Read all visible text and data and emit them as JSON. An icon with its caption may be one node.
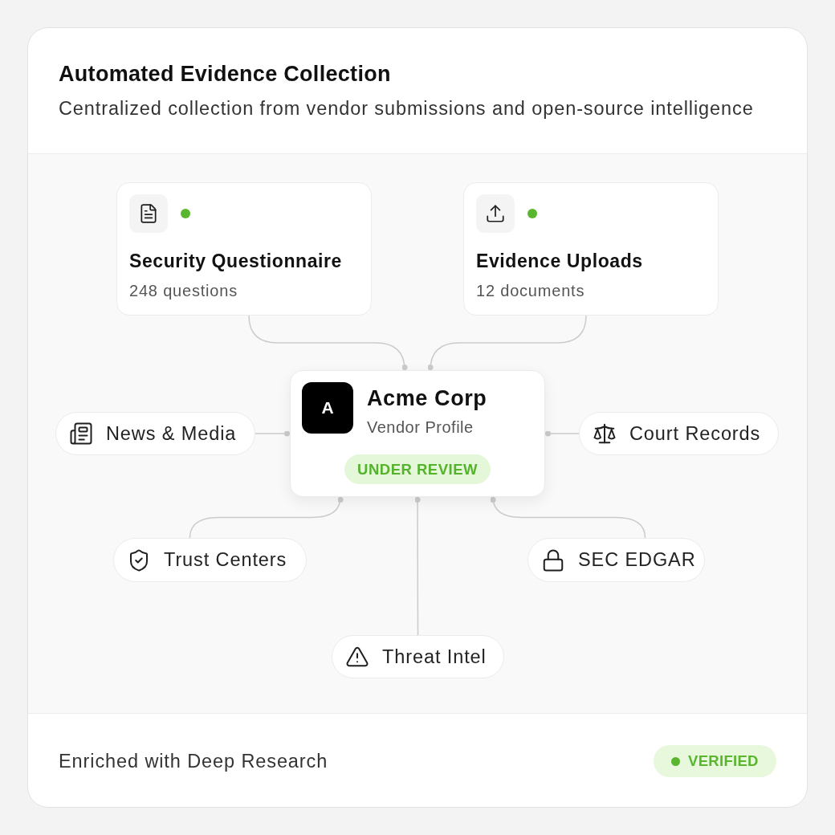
{
  "diagram": {
    "title": "Automated Evidence Collection",
    "nodes": [
      {
        "text": [
          "Security Questionnaire",
          "248 questions"
        ]
      },
      {
        "text": [
          "Evidence Uploads",
          "12 documents"
        ]
      },
      {
        "text": [
          "News & Media"
        ]
      },
      {
        "text": [
          "A",
          "Acme Corp",
          "Vendor Profile",
          "UNDER REVIEW"
        ]
      },
      {
        "text": [
          "Court Records"
        ]
      },
      {
        "text": [
          "Trust Centers"
        ]
      },
      {
        "text": [
          "SEC EDGAR"
        ]
      },
      {
        "text": [
          "Threat Intel"
        ]
      }
    ],
    "edges": [
      {
        "from": 0,
        "to": 3,
        "arrow": "other"
      },
      {
        "from": 1,
        "to": 3,
        "arrow": "other"
      },
      {
        "from": 2,
        "to": 3,
        "arrow": "other"
      },
      {
        "from": 4,
        "to": 3,
        "arrow": "other"
      },
      {
        "from": 5,
        "to": 3,
        "arrow": "other"
      },
      {
        "from": 6,
        "to": 3,
        "arrow": "other"
      },
      {
        "from": 7,
        "to": 3,
        "arrow": "other"
      }
    ],
    "labels": [
      "Centralized collection from vendor submissions and open-source intelligence",
      "Enriched with Deep Research",
      "VERIFIED"
    ]
  }
}
